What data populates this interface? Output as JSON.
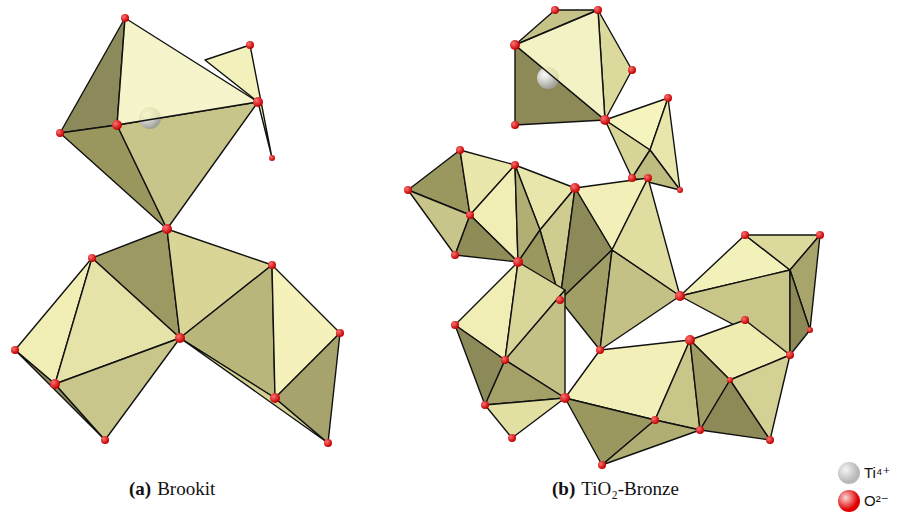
{
  "diagram": {
    "labels": [
      "(a)",
      "Brookit",
      "(b)",
      "TiO₂-Bronze"
    ],
    "legend": [
      {
        "text": "Ti⁴⁺",
        "color": "#b8b8b8"
      },
      {
        "text": "O²⁻",
        "color": "#e00000"
      }
    ]
  }
}
